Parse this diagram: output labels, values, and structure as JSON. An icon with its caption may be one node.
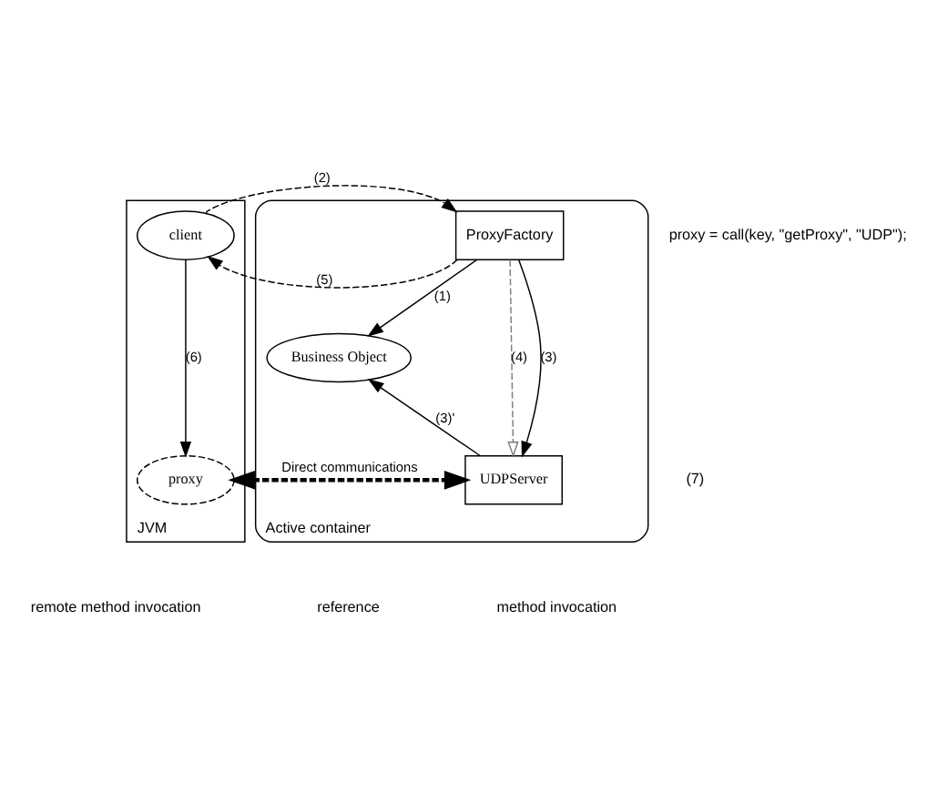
{
  "diagram": {
    "nodes": [
      {
        "text": [
          "JVM"
        ]
      },
      {
        "text": [
          "client"
        ],
        "in": 0
      },
      {
        "text": [
          "proxy"
        ],
        "in": 0
      },
      {
        "text": [
          "Active container"
        ]
      },
      {
        "text": [
          "ProxyFactory"
        ],
        "in": 3
      },
      {
        "text": [
          "Business Object"
        ],
        "in": 3
      },
      {
        "text": [
          "UDPServer"
        ],
        "in": 3
      }
    ],
    "edges": [
      {
        "from": 1,
        "to": 4,
        "arrow": "to",
        "style": "dashed",
        "label": "(2)"
      },
      {
        "from": 4,
        "to": 1,
        "arrow": "to",
        "style": "dashed",
        "label": "(5)"
      },
      {
        "from": 4,
        "to": 5,
        "arrow": "to",
        "label": "(1)"
      },
      {
        "from": 1,
        "to": 2,
        "arrow": "to",
        "label": "(6)"
      },
      {
        "from": 4,
        "to": 6,
        "arrow": "to",
        "style": "dashed",
        "color": "#808080",
        "label": "(4)"
      },
      {
        "from": 4,
        "to": 6,
        "arrow": "to",
        "label": "(3)"
      },
      {
        "from": 6,
        "to": 5,
        "arrow": "to",
        "label": "(3)'"
      },
      {
        "from": 2,
        "to": 6,
        "arrow": "both",
        "style": "dashed",
        "label": "Direct communications"
      }
    ],
    "labels": [
      "proxy = call(key, \"getProxy\", \"UDP\");",
      "(7)"
    ],
    "legend": [
      {
        "text": "remote method invocation"
      },
      {
        "text": "reference"
      },
      {
        "text": "method invocation"
      }
    ]
  }
}
